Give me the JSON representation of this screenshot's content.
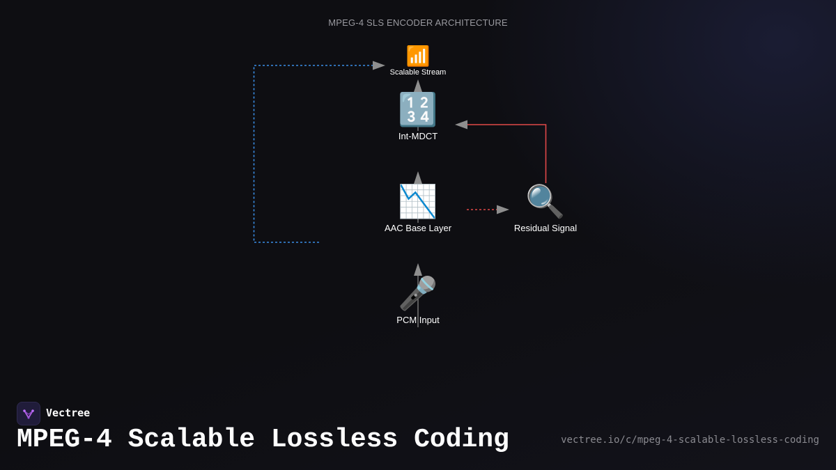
{
  "diagram": {
    "title": "MPEG-4 SLS ENCODER ARCHITECTURE",
    "nodes": {
      "stream": {
        "label": "Scalable Stream",
        "icon": "antenna-bars-icon",
        "glyph": "📶"
      },
      "mdct": {
        "label": "Int-MDCT",
        "icon": "numbers-keycap-icon",
        "glyph": "🔢"
      },
      "aac": {
        "label": "AAC Base Layer",
        "icon": "chart-decreasing-icon",
        "glyph": "📉"
      },
      "residual": {
        "label": "Residual Signal",
        "icon": "magnifier-icon",
        "glyph": "🔍"
      },
      "pcm": {
        "label": "PCM Input",
        "icon": "microphone-icon",
        "glyph": "🎤"
      }
    },
    "colors": {
      "flow_arrow": "#8e8e8e",
      "residual_connector": "#e04848",
      "bypass_connector": "#3a8ee6"
    }
  },
  "brand": {
    "name": "Vectree"
  },
  "footer": {
    "title": "MPEG-4 Scalable Lossless Coding",
    "url": "vectree.io/c/mpeg-4-scalable-lossless-coding"
  }
}
